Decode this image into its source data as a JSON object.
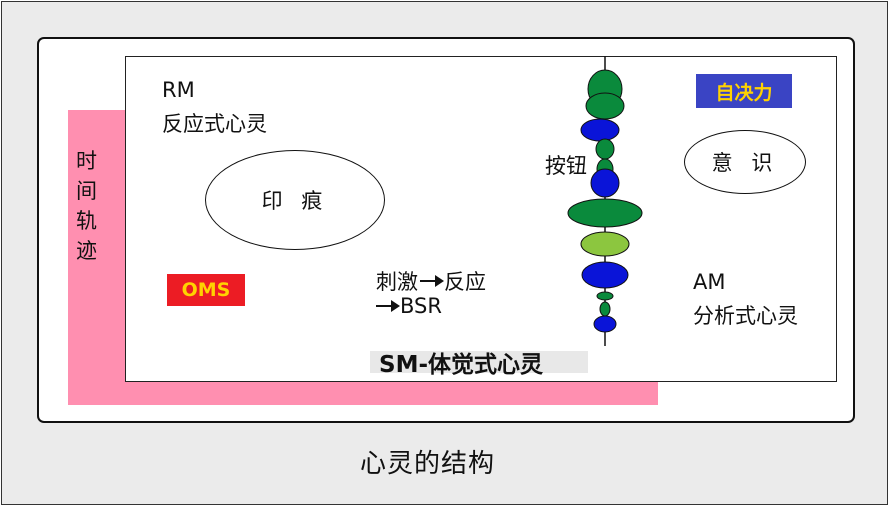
{
  "caption": "心灵的结构",
  "time_track_label": "时间轨迹",
  "rm": {
    "line1": "RM",
    "line2": "反应式心灵"
  },
  "imprint": "印 痕",
  "oms": "OMS",
  "stimulus": {
    "a": "刺激",
    "b": "反应",
    "c": "BSR"
  },
  "button": "按钮",
  "sm": "SM-体觉式心灵",
  "autonomy": "自决力",
  "consciousness": "意 识",
  "am": {
    "line1": "AM",
    "line2": "分析式心灵"
  },
  "colors": {
    "background": "#ebebeb",
    "time_band": "#ff8fb0",
    "oms_bg": "#ec1c24",
    "autonomy_bg": "#3a44c4",
    "badge_text": "#ffd200",
    "dark_green": "#0a8a3c",
    "light_green": "#8cc63f",
    "blue": "#0a14d8"
  }
}
